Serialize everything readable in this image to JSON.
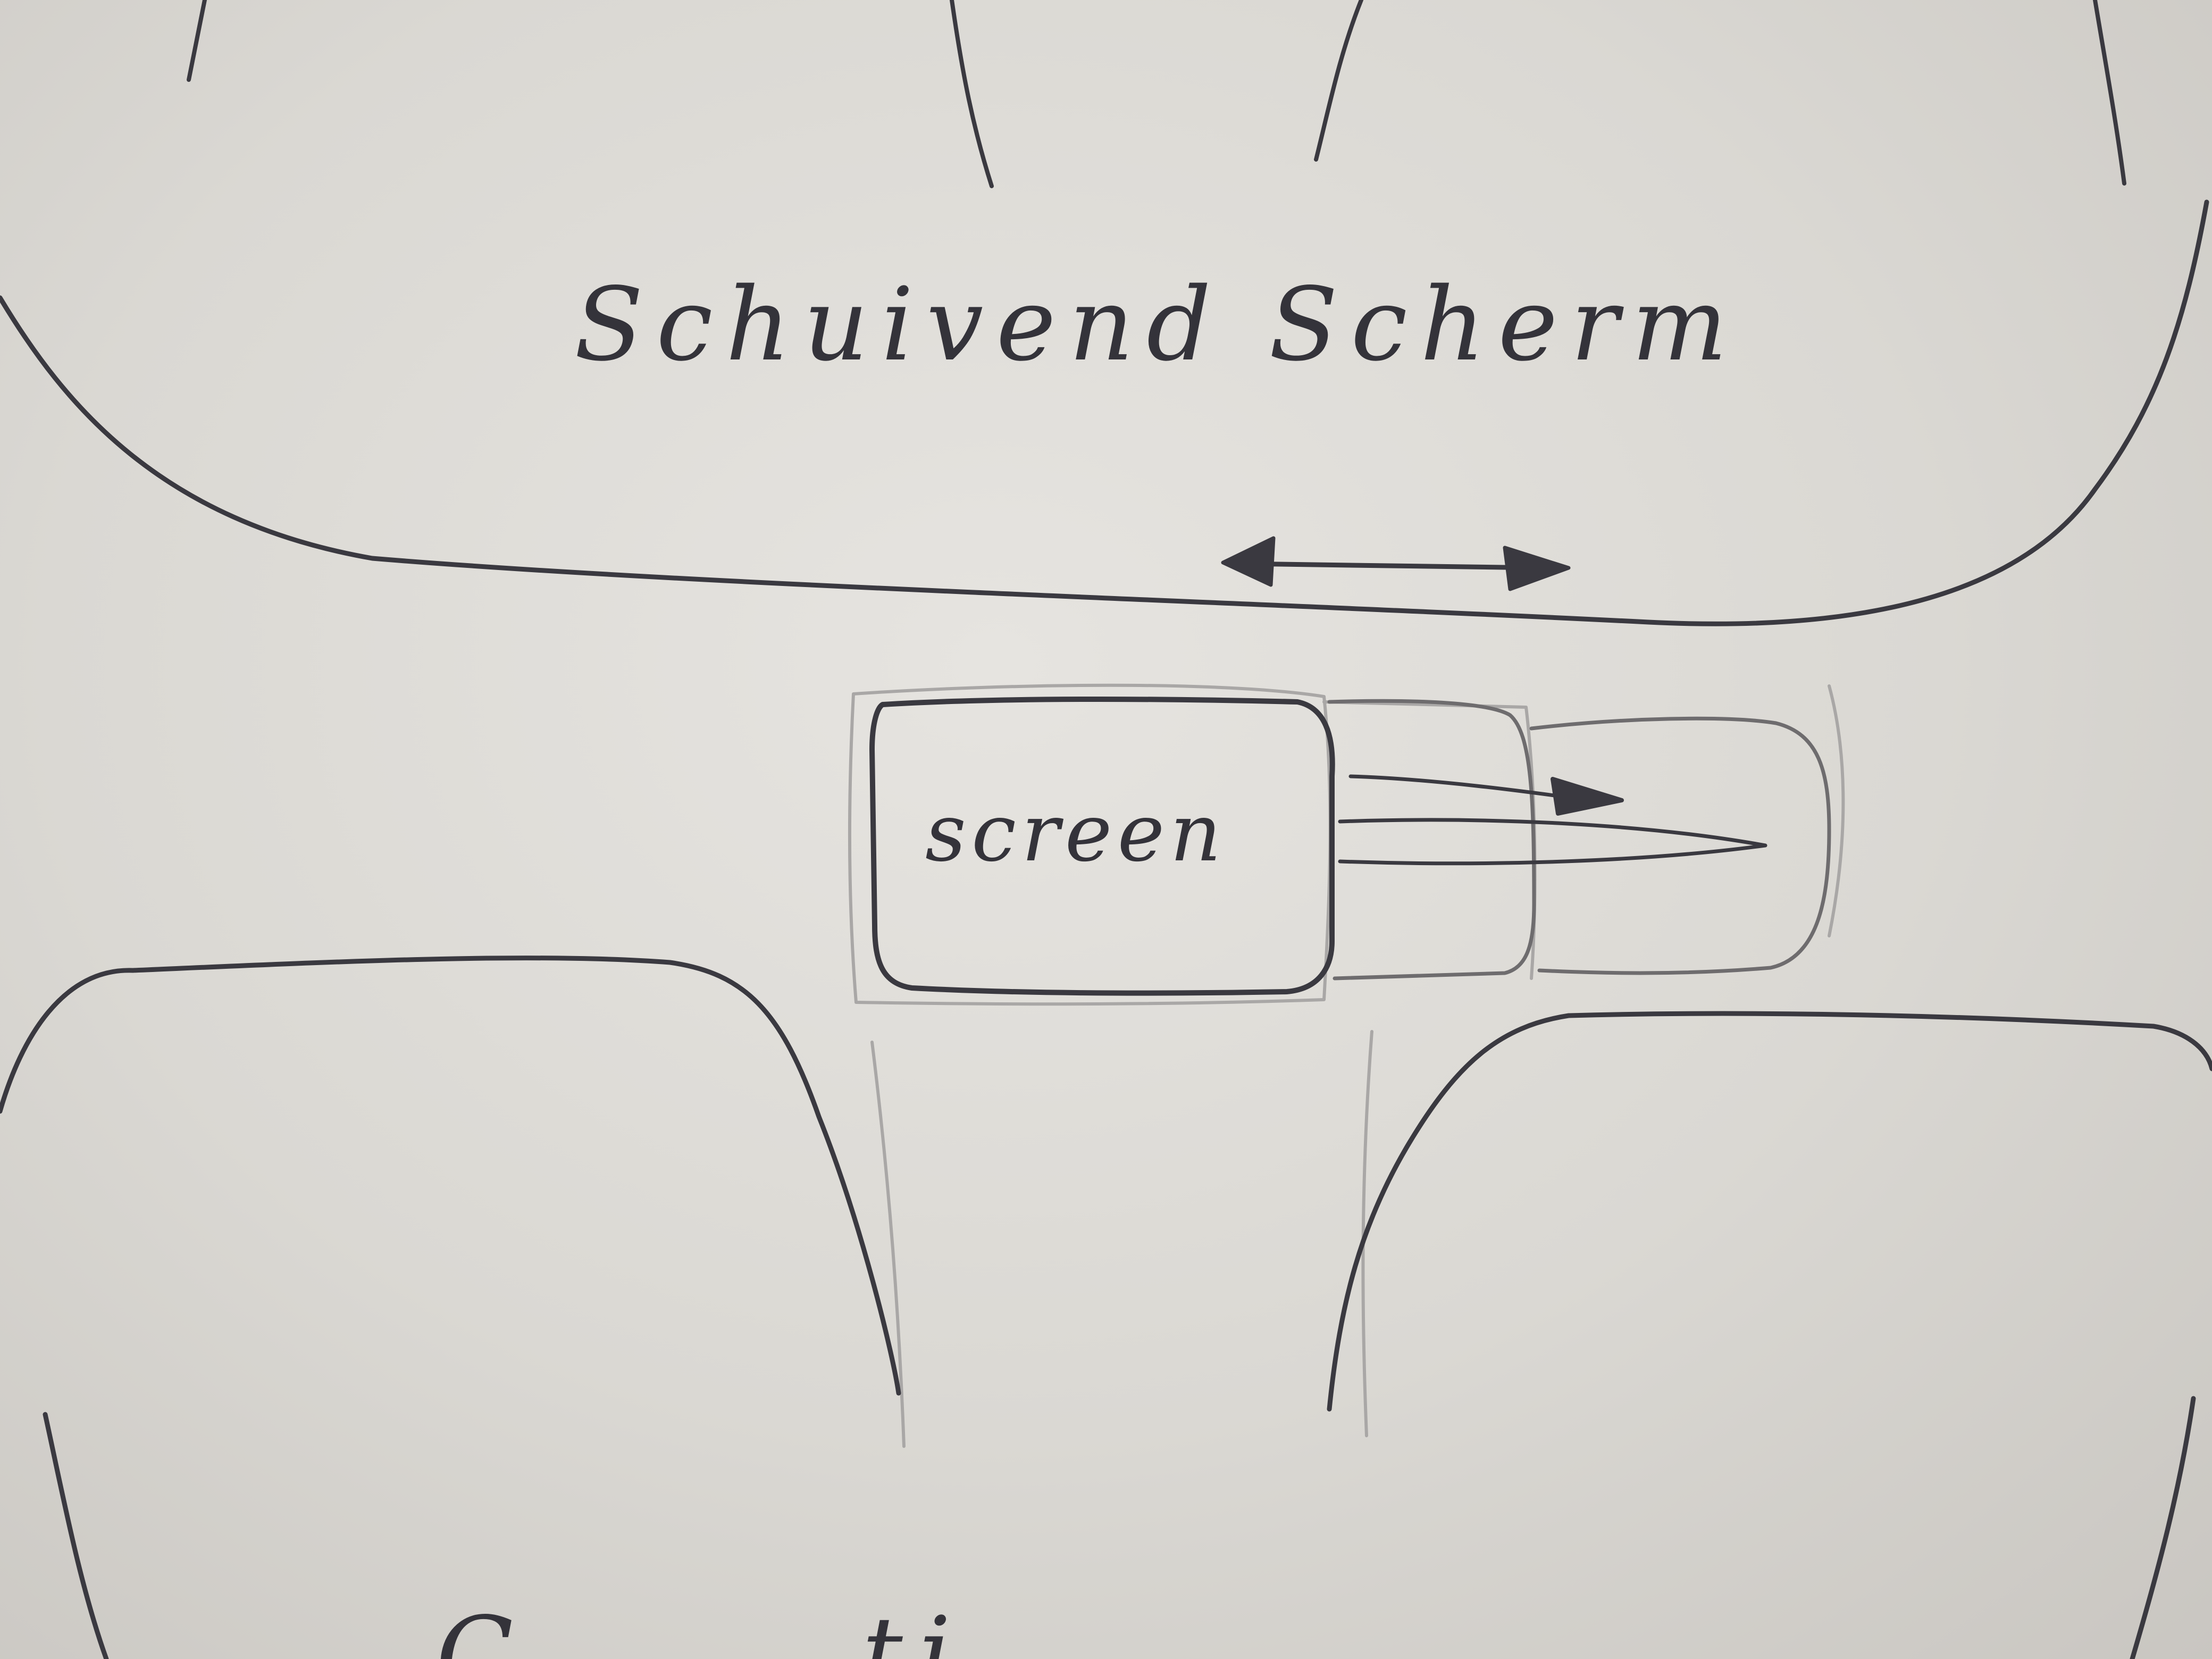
{
  "sketch": {
    "title": "Schuivend Scherm",
    "screen_label": "screen",
    "bottom_partial_text": "C... ...ti"
  },
  "colors": {
    "paper": "#dedcd8",
    "pencil": "#3a3940",
    "faint_pencil": "#a9a7a6"
  },
  "icons": {
    "horizontal_arrow": "double-headed-arrow-icon",
    "slide_arrow": "right-arrow-icon"
  }
}
